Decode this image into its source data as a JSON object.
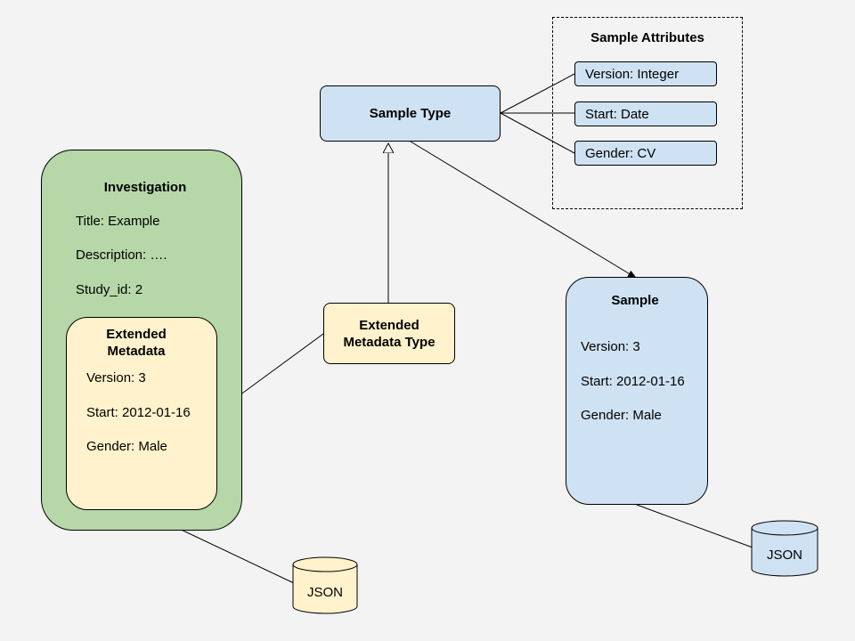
{
  "sample_attributes": {
    "title": "Sample Attributes",
    "items": [
      "Version: Integer",
      "Start: Date",
      "Gender: CV"
    ]
  },
  "sample_type": {
    "label": "Sample Type"
  },
  "investigation": {
    "title": "Investigation",
    "fields": [
      "Title: Example",
      "Description: ….",
      "Study_id: 2"
    ]
  },
  "extended_metadata": {
    "title_line1": "Extended",
    "title_line2": "Metadata",
    "fields": [
      "Version: 3",
      "Start: 2012-01-16",
      "Gender: Male"
    ]
  },
  "extended_metadata_type": {
    "line1": "Extended",
    "line2": "Metadata Type"
  },
  "sample": {
    "title": "Sample",
    "fields": [
      "Version: 3",
      "Start: 2012-01-16",
      "Gender: Male"
    ]
  },
  "storage": {
    "left_label": "JSON",
    "right_label": "JSON"
  },
  "colors": {
    "background": "#f3f3f3",
    "blue": "#cfe2f3",
    "green": "#b6d7a8",
    "yellow": "#fff2cc",
    "stroke": "#000000"
  }
}
